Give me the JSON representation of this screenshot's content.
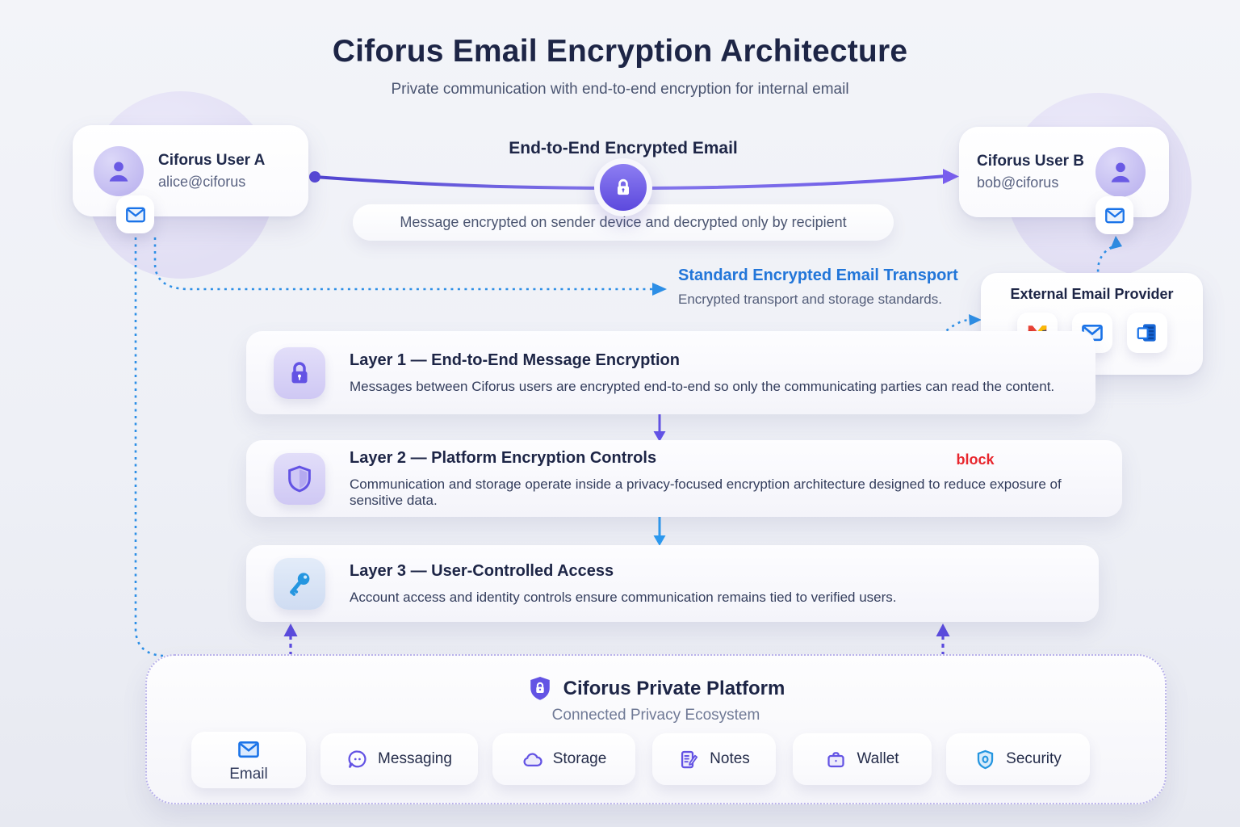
{
  "header": {
    "title": "Ciforus Email Encryption Architecture",
    "subtitle": "Private communication with end-to-end encryption for internal email"
  },
  "users": {
    "a": {
      "name": "Ciforus User A",
      "email": "alice@ciforus"
    },
    "b": {
      "name": "Ciforus User B",
      "email": "bob@ciforus"
    }
  },
  "flow": {
    "label": "End-to-End Encrypted Email",
    "note": "Message encrypted on sender device and decrypted only by recipient"
  },
  "transport": {
    "title": "Standard Encrypted Email Transport",
    "desc": "Encrypted transport and storage standards."
  },
  "external": {
    "title": "External Email Provider",
    "icons": [
      "gmail-icon",
      "envelope-icon",
      "outlook-icon"
    ]
  },
  "layers": [
    {
      "icon": "lock-icon",
      "title": "Layer 1 — End-to-End Message Encryption",
      "desc": "Messages between Ciforus users are encrypted end-to-end so only the communicating parties can read the content."
    },
    {
      "icon": "shield-icon",
      "title": "Layer 2 — Platform Encryption Controls",
      "desc": "Communication and storage operate inside a privacy-focused encryption architecture designed to reduce exposure of sensitive data."
    },
    {
      "icon": "key-icon",
      "title": "Layer 3 — User-Controlled Access",
      "desc": "Account access and identity controls ensure communication remains tied to verified users."
    }
  ],
  "annotation": {
    "block_label": "block"
  },
  "platform": {
    "title": "Ciforus Private Platform",
    "subtitle": "Connected Privacy Ecosystem",
    "services": [
      {
        "label": "Email",
        "icon": "email-icon"
      },
      {
        "label": "Messaging",
        "icon": "chat-bubble-icon"
      },
      {
        "label": "Storage",
        "icon": "cloud-icon"
      },
      {
        "label": "Notes",
        "icon": "notes-icon"
      },
      {
        "label": "Wallet",
        "icon": "wallet-icon"
      },
      {
        "label": "Security",
        "icon": "security-shield-icon"
      }
    ]
  },
  "colors": {
    "accent_purple": "#5b4be0",
    "dotted_blue": "#2d8fe6",
    "link_blue": "#2276d9",
    "block_red": "#e8262d",
    "title_dark": "#1d2546"
  }
}
